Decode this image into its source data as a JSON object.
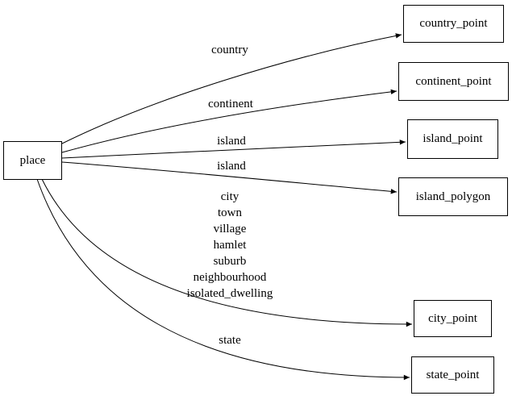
{
  "diagram": {
    "nodes": {
      "place": {
        "label": "place"
      },
      "country_point": {
        "label": "country_point"
      },
      "continent_point": {
        "label": "continent_point"
      },
      "island_point": {
        "label": "island_point"
      },
      "island_polygon": {
        "label": "island_polygon"
      },
      "city_point": {
        "label": "city_point"
      },
      "state_point": {
        "label": "state_point"
      }
    },
    "edges": {
      "place_to_country_point": {
        "from": "place",
        "to": "country_point",
        "label": "country"
      },
      "place_to_continent_point": {
        "from": "place",
        "to": "continent_point",
        "label": "continent"
      },
      "place_to_island_point": {
        "from": "place",
        "to": "island_point",
        "label": "island"
      },
      "place_to_island_polygon": {
        "from": "place",
        "to": "island_polygon",
        "label": "island"
      },
      "place_to_city_point": {
        "from": "place",
        "to": "city_point",
        "label": "city\ntown\nvillage\nhamlet\nsuburb\nneighbourhood\nisolated_dwelling"
      },
      "place_to_state_point": {
        "from": "place",
        "to": "state_point",
        "label": "state"
      }
    },
    "colors": {
      "background": "#ffffff",
      "foreground": "#000000"
    }
  }
}
